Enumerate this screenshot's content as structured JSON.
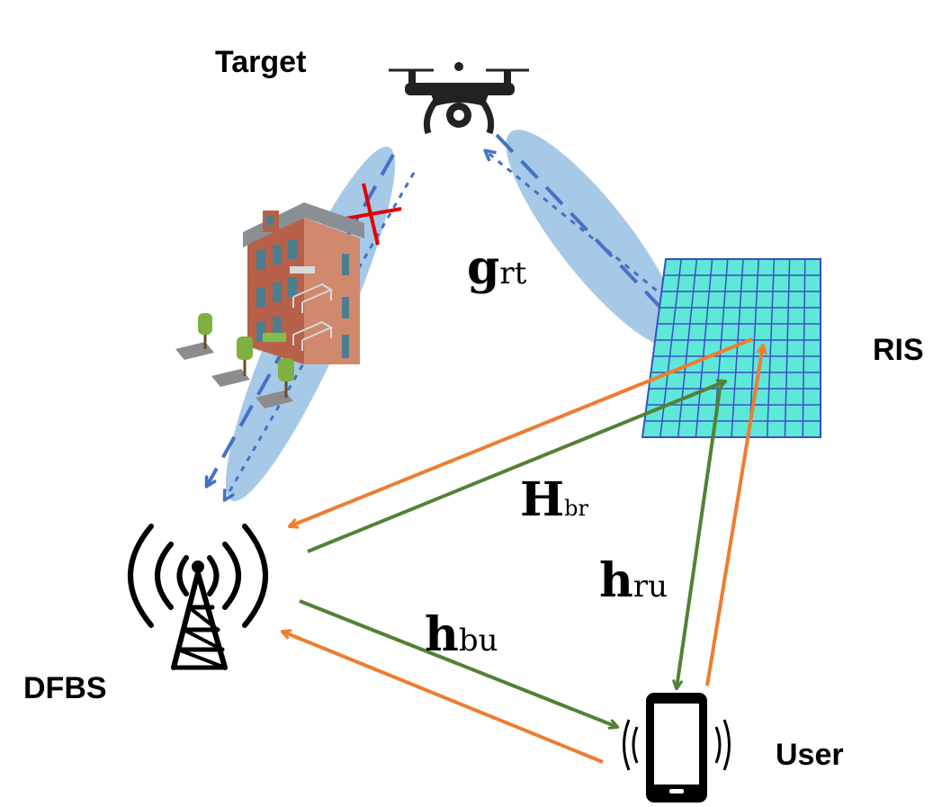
{
  "nodes": {
    "target": {
      "label": "Target"
    },
    "ris": {
      "label": "RIS"
    },
    "dfbs": {
      "label": "DFBS"
    },
    "user": {
      "label": "User"
    }
  },
  "channels": {
    "g_rt": {
      "symbol": "g",
      "subscript": "rt"
    },
    "H_br": {
      "symbol": "H",
      "subscript": "br"
    },
    "h_ru": {
      "symbol": "h",
      "subscript": "ru"
    },
    "h_bu": {
      "symbol": "h",
      "subscript": "bu"
    }
  },
  "colors": {
    "orange_link": "#ed7d31",
    "green_link": "#538135",
    "beam_fill": "#9dc3e6",
    "beam_arrow": "#4472c4",
    "ris_fill": "#5ee8d8",
    "ris_grid": "#3b4fc4",
    "blocked_mark": "#e00000"
  },
  "icons": [
    "drone-icon",
    "building-icon",
    "tree-icon",
    "tower-icon",
    "phone-icon",
    "ris-panel-icon"
  ]
}
